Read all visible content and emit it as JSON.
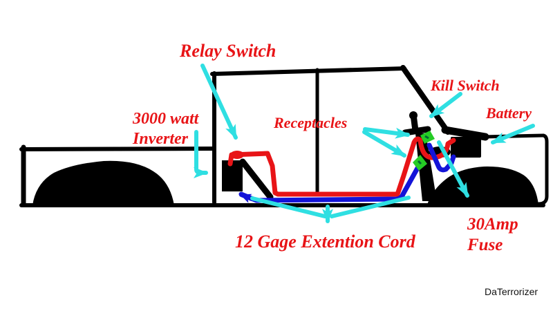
{
  "title": "Hand-drawn truck power inverter wiring diagram",
  "colors": {
    "label_red": "#e81417",
    "wire_red": "#e81417",
    "wire_blue": "#1414d8",
    "arrow_cyan": "#2fdfe2",
    "receptacle_green": "#25cc25",
    "outline_black": "#000000",
    "background": "#ffffff"
  },
  "labels": {
    "relay_switch": "Relay Switch",
    "inverter_line1": "3000 watt",
    "inverter_line2": "Inverter",
    "receptacles": "Receptacles",
    "kill_switch": "Kill Switch",
    "battery": "Battery",
    "extension_cord": "12 Gage Extention Cord",
    "fuse_line1": "30Amp",
    "fuse_line2": "Fuse"
  },
  "signature": "DaTerrorizer",
  "components": [
    "truck-outline",
    "rear-wheel",
    "front-wheel",
    "inverter-box",
    "relay-blob",
    "kill-switch-lever",
    "battery-box",
    "receptacle-upper",
    "receptacle-lower",
    "red-power-wire",
    "blue-cord-wire",
    "black-ground-wire",
    "engine-firewall"
  ]
}
